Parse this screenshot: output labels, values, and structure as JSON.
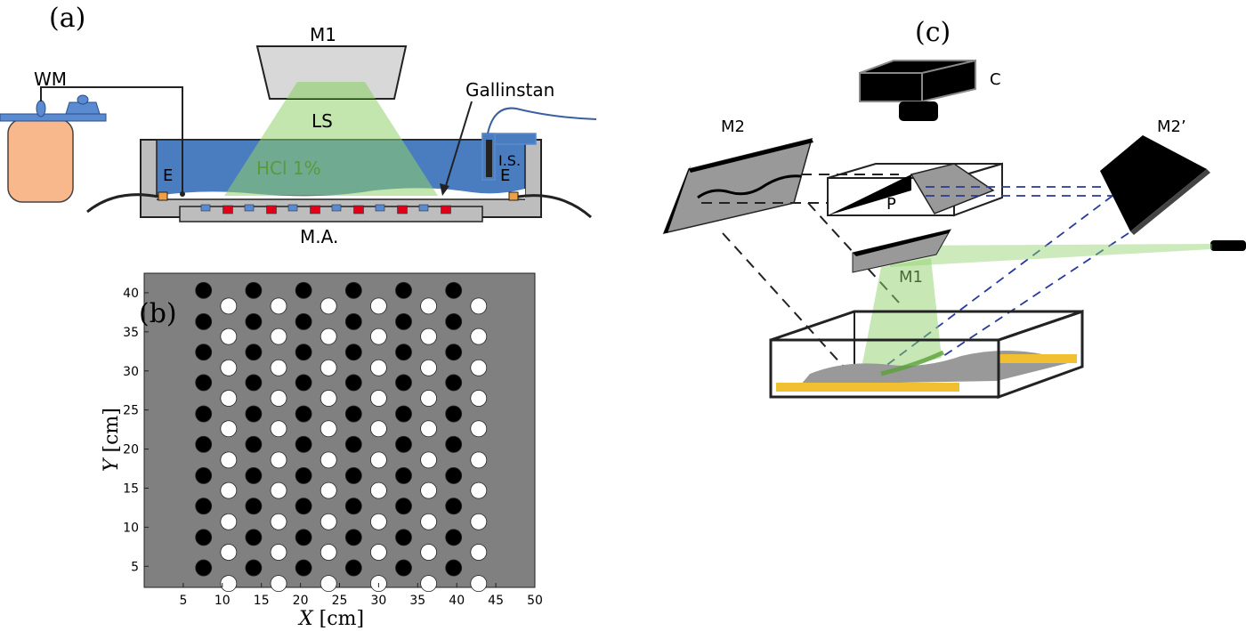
{
  "panel_a": {
    "tag": "(a)",
    "labels": {
      "wm": "WM",
      "m1": "M1",
      "ls": "LS",
      "gallinstan": "Gallinstan",
      "hcl": "HCl 1%",
      "is": "I.S.",
      "e_left": "E",
      "e_right": "E",
      "ma": "M.A."
    }
  },
  "panel_b": {
    "tag": "(b)",
    "chart_data": {
      "type": "scatter",
      "xlabel_var": "X",
      "xlabel_unit": "[cm]",
      "ylabel_var": "Y",
      "ylabel_unit": "[cm]",
      "xlim": [
        0,
        50
      ],
      "ylim": [
        2.3,
        42.5
      ],
      "xticks": [
        5,
        10,
        15,
        20,
        25,
        30,
        35,
        40,
        45,
        50
      ],
      "yticks": [
        5,
        10,
        15,
        20,
        25,
        30,
        35,
        40
      ],
      "background": "#808080",
      "series": [
        {
          "color": "#000000",
          "x": [
            7.6,
            14.0,
            20.4,
            26.8,
            33.2,
            39.6
          ],
          "y": [
            4.8,
            8.7,
            12.7,
            16.6,
            20.6,
            24.5,
            28.5,
            32.4,
            36.3,
            40.3
          ]
        },
        {
          "color": "#ffffff",
          "x": [
            10.8,
            17.2,
            23.6,
            30.0,
            36.4,
            42.8
          ],
          "y": [
            2.8,
            6.8,
            10.7,
            14.7,
            18.6,
            22.6,
            26.5,
            30.4,
            34.4,
            38.3
          ]
        }
      ]
    }
  },
  "panel_c": {
    "tag": "(c)",
    "labels": {
      "c": "C",
      "m2": "M2",
      "m2p": "M2’",
      "p": "P",
      "m1": "M1"
    }
  },
  "colors": {
    "water": "#4a7cc0",
    "green": "#8fd16a",
    "tank": "#bdbdbd",
    "reservoir": "#f8b88b",
    "red_magnet": "#e0001a",
    "blue_magnet": "#5a8ad0",
    "yellow": "#f0c030",
    "dashed_blue": "#2a3a9a"
  }
}
